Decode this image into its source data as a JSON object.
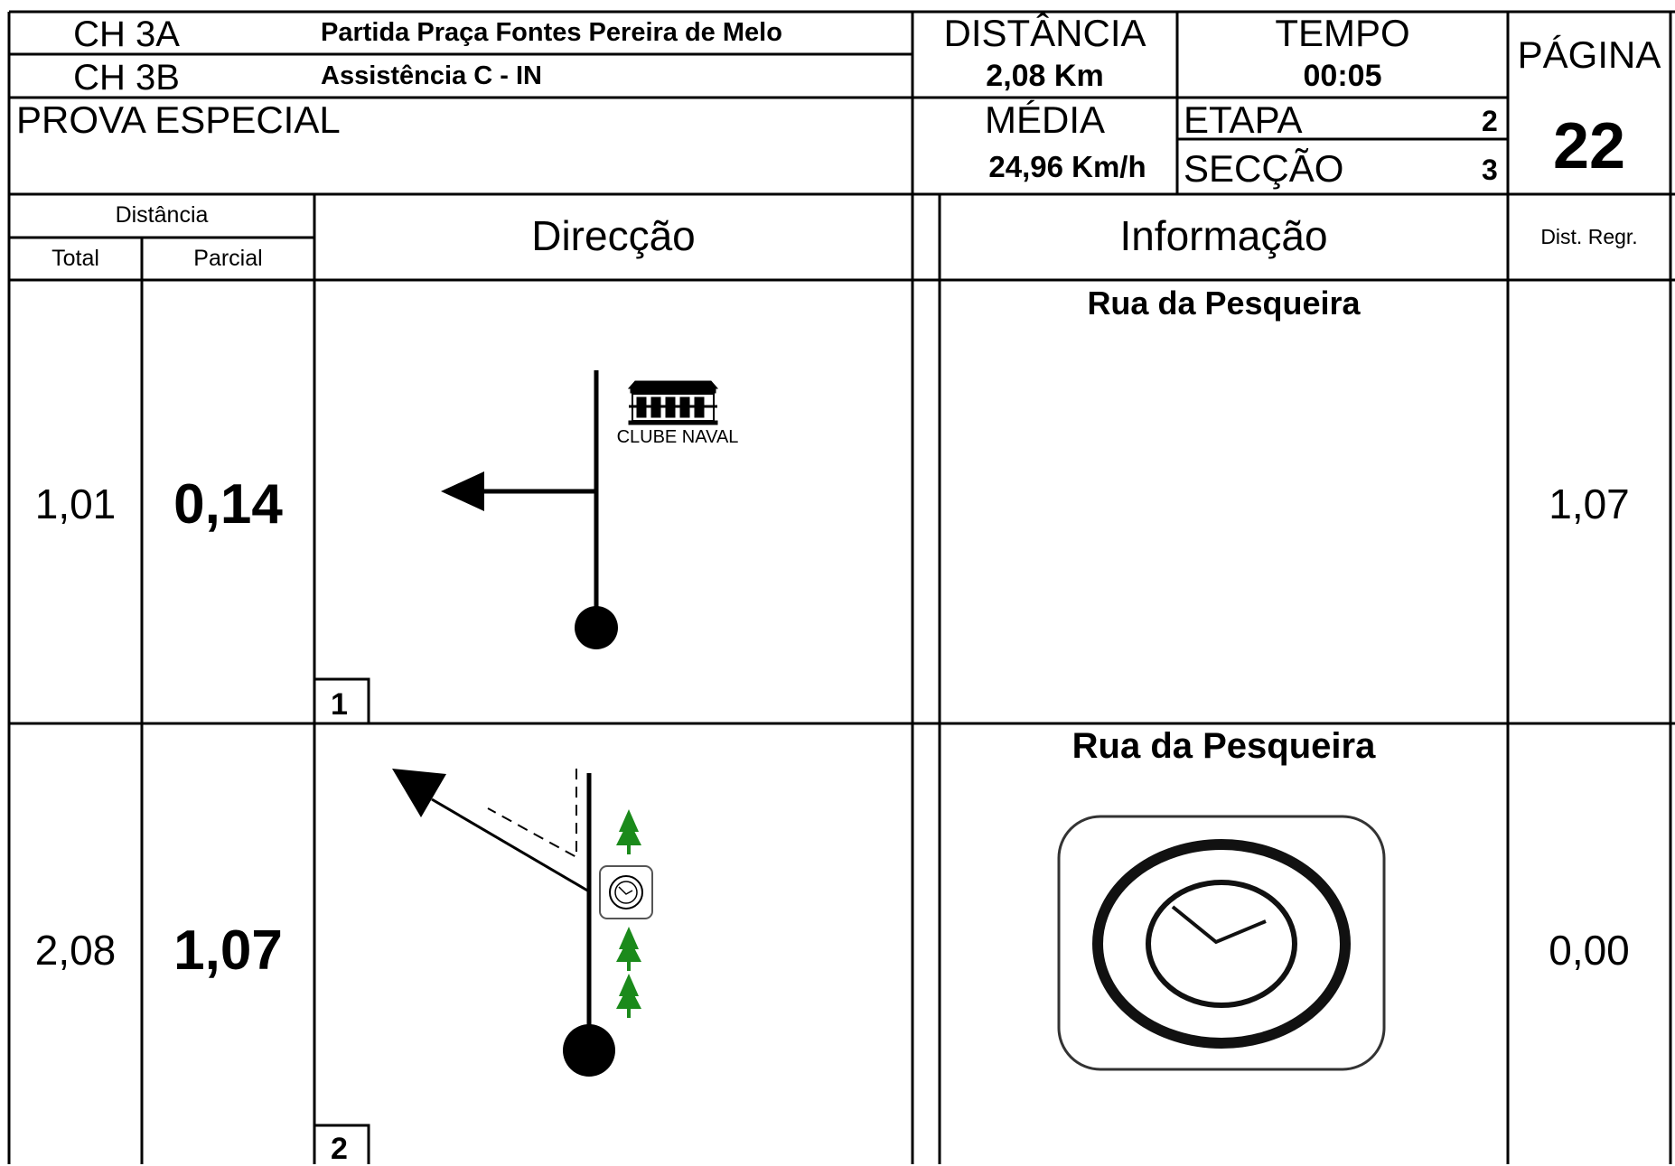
{
  "header": {
    "ch3a": "CH 3A",
    "ch3a_desc": "Partida Praça Fontes Pereira de Melo",
    "ch3b": "CH 3B",
    "ch3b_desc": "Assistência C - IN",
    "section_title": "PROVA ESPECIAL",
    "distancia_label": "DISTÂNCIA",
    "distancia_value": "2,08 Km",
    "tempo_label": "TEMPO",
    "tempo_value": "00:05",
    "media_label": "MÉDIA",
    "media_value": "24,96 Km/h",
    "etapa_label": "ETAPA",
    "etapa_value": "2",
    "seccao_label": "SECÇÃO",
    "seccao_value": "3",
    "pagina_label": "PÁGINA",
    "pagina_value": "22"
  },
  "columns": {
    "distancia": "Distância",
    "total": "Total",
    "parcial": "Parcial",
    "direccao": "Direcção",
    "informacao": "Informação",
    "dist_regr": "Dist. Regr."
  },
  "rows": [
    {
      "number": "1",
      "total": "1,01",
      "parcial": "0,14",
      "info_title": "Rua da Pesqueira",
      "dist_regr": "1,07",
      "landmark_label": "CLUBE NAVAL",
      "icons": [
        "building-icon"
      ]
    },
    {
      "number": "2",
      "total": "2,08",
      "parcial": "1,07",
      "info_title": "Rua da Pesqueira",
      "dist_regr": "0,00",
      "icons": [
        "tree-icon",
        "clock-icon"
      ]
    }
  ],
  "colors": {
    "line": "#000000",
    "tree": "#1b8a1b"
  }
}
